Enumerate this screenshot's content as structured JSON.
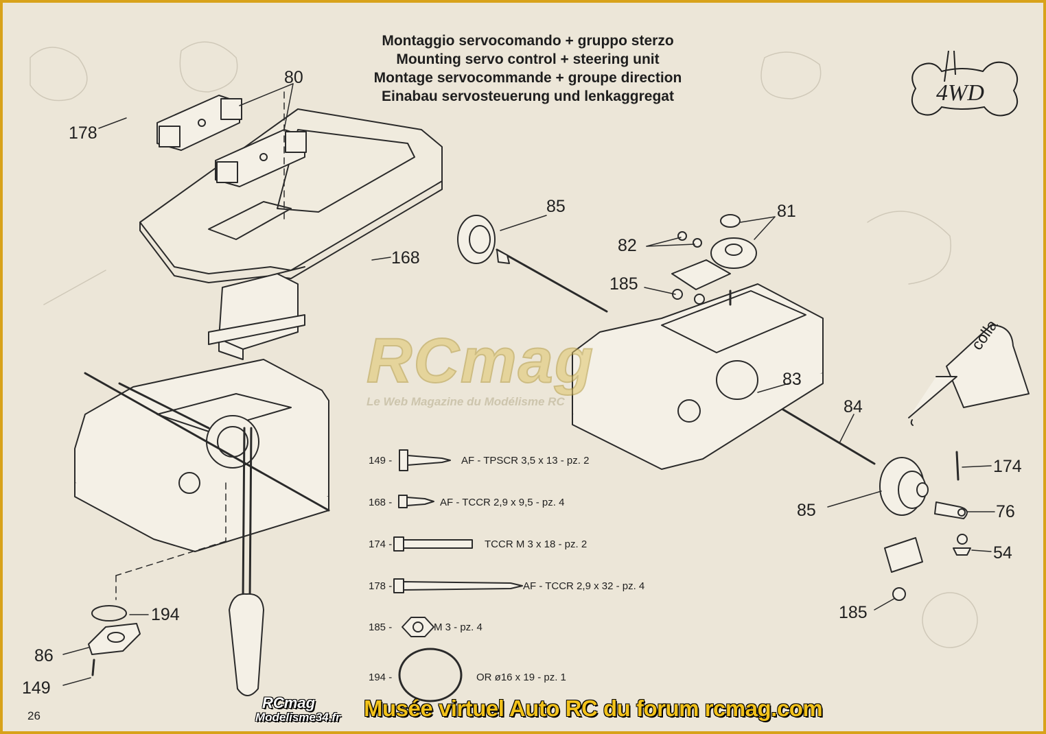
{
  "titles": [
    "Montaggio servocomando + gruppo sterzo",
    "Mounting servo control + steering unit",
    "Montage servocommande + groupe direction",
    "Einabau servosteuerung und lenkaggregat"
  ],
  "logo_text": "4WD",
  "callouts": {
    "c80": "80",
    "c178": "178",
    "c168": "168",
    "c85a": "85",
    "c82": "82",
    "c81": "81",
    "c185a": "185",
    "c83": "83",
    "c84": "84",
    "c174": "174",
    "c76": "76",
    "c85b": "85",
    "c54": "54",
    "c185b": "185",
    "c194": "194",
    "c86": "86",
    "c149": "149"
  },
  "glue_label": "colla",
  "legend": [
    {
      "num": "149 -",
      "text": "AF - TPSCR 3,5 x 13 - pz. 2"
    },
    {
      "num": "168 -",
      "text": "AF - TCCR 2,9 x 9,5 - pz. 4"
    },
    {
      "num": "174 -",
      "text": "TCCR M 3 x 18 - pz. 2"
    },
    {
      "num": "178 -",
      "text": "AF - TCCR 2,9 x 32 - pz. 4"
    },
    {
      "num": "185 -",
      "text": "M 3 - pz. 4"
    },
    {
      "num": "194 -",
      "text": "OR ø16 x 19 - pz. 1"
    }
  ],
  "watermark": {
    "main": "RCmag",
    "sub": "Le Web Magazine du Modélisme RC"
  },
  "page_number": "26",
  "footer": {
    "logo_line1": "RCmag",
    "logo_line2": "Modelisme34.fr",
    "banner": "Musée virtuel Auto RC du forum rcmag.com"
  }
}
